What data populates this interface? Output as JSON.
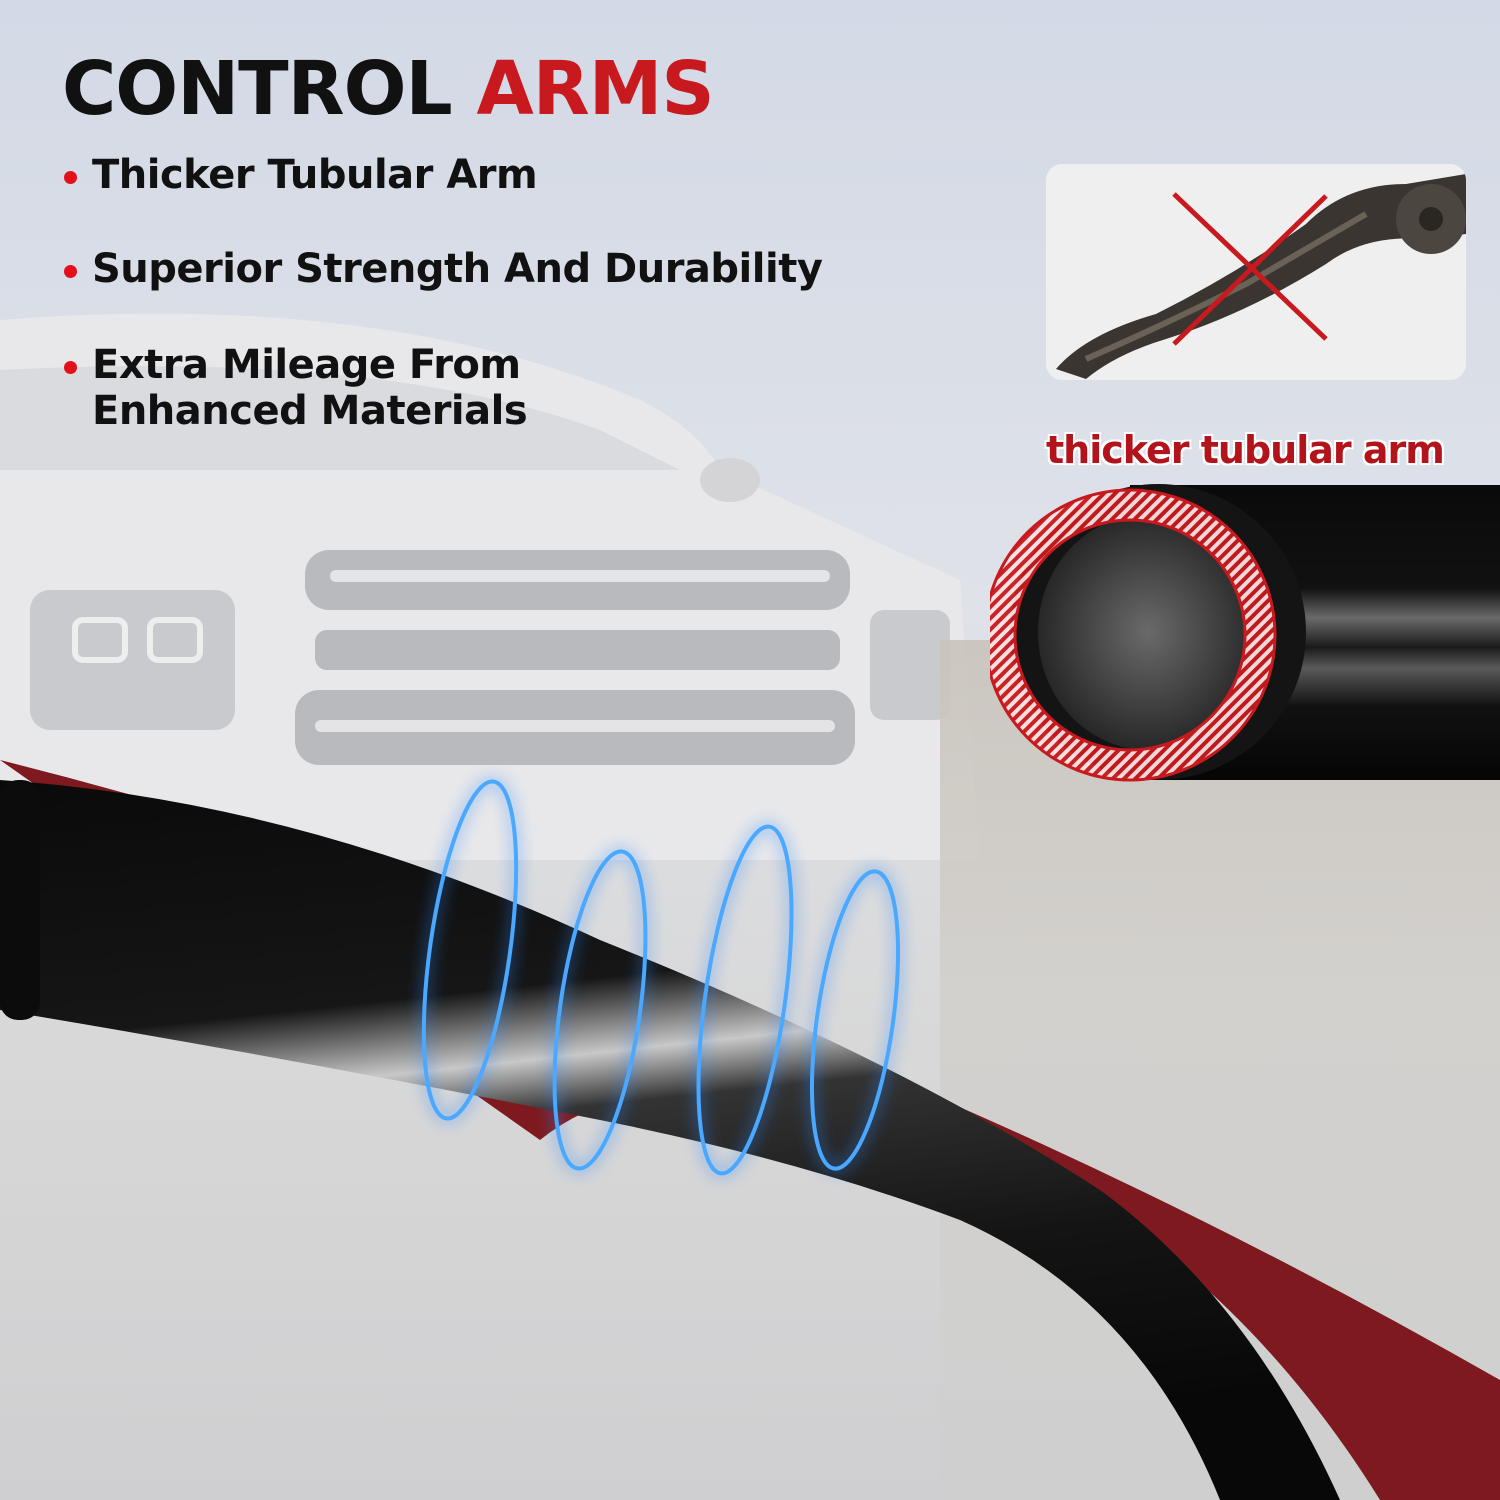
{
  "headline": {
    "primary": "CONTROL",
    "accent": "ARMS"
  },
  "features": [
    {
      "text": "Thicker Tubular Arm"
    },
    {
      "text": "Superior Strength And Durability"
    },
    {
      "text": "Extra Mileage From Enhanced Materials",
      "line1": "Extra Mileage From",
      "line2": "Enhanced Materials"
    }
  ],
  "comparison": {
    "old_part": "worn stamped control arm (crossed out)",
    "new_part_label": "thicker tubular arm"
  },
  "colors": {
    "accent": "#c8191f",
    "bullet": "#e3101b",
    "glow": "#2f8bff"
  }
}
